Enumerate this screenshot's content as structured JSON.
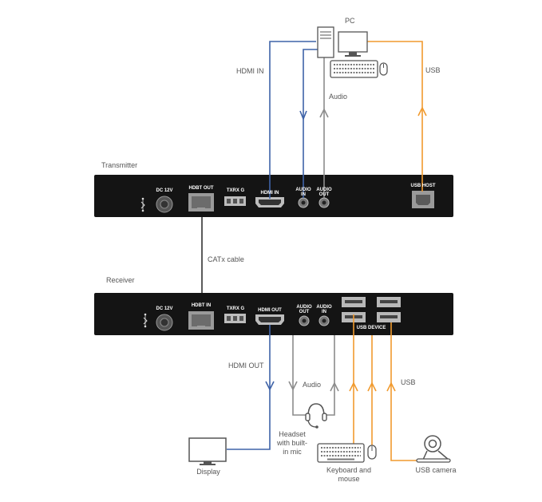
{
  "colors": {
    "hdmi": "#3f63a8",
    "usb": "#f19a2e",
    "audio": "#8c8c8c",
    "device_body": "#141414",
    "cable": "#333333"
  },
  "labels": {
    "pc": "PC",
    "hdmi_in": "HDMI IN",
    "audio_top": "Audio",
    "usb_top": "USB",
    "transmitter": "Transmitter",
    "catx": "CATx cable",
    "receiver": "Receiver",
    "hdmi_out": "HDMI OUT",
    "audio_bottom": "Audio",
    "usb_bottom": "USB",
    "headset_1": "Headset",
    "headset_2": "with built-",
    "headset_3": "in mic",
    "display": "Display",
    "kbd_1": "Keyboard and",
    "kbd_2": "mouse",
    "usb_camera": "USB camera"
  },
  "transmitter_ports": {
    "dc": "DC 12V",
    "hdbt_out": "HDBT OUT",
    "txrx": "TXRX G",
    "hdmi_in": "HDMI IN",
    "audio_in_1": "AUDIO",
    "audio_in_2": "IN",
    "audio_out_1": "AUDIO",
    "audio_out_2": "OUT",
    "usb_host": "USB HOST"
  },
  "receiver_ports": {
    "dc": "DC 12V",
    "hdbt_in": "HDBT IN",
    "txrx": "TXRX G",
    "hdmi_out": "HDMI OUT",
    "audio_out_1": "AUDIO",
    "audio_out_2": "OUT",
    "audio_in_1": "AUDIO",
    "audio_in_2": "IN",
    "usb_device": "USB DEVICE"
  }
}
